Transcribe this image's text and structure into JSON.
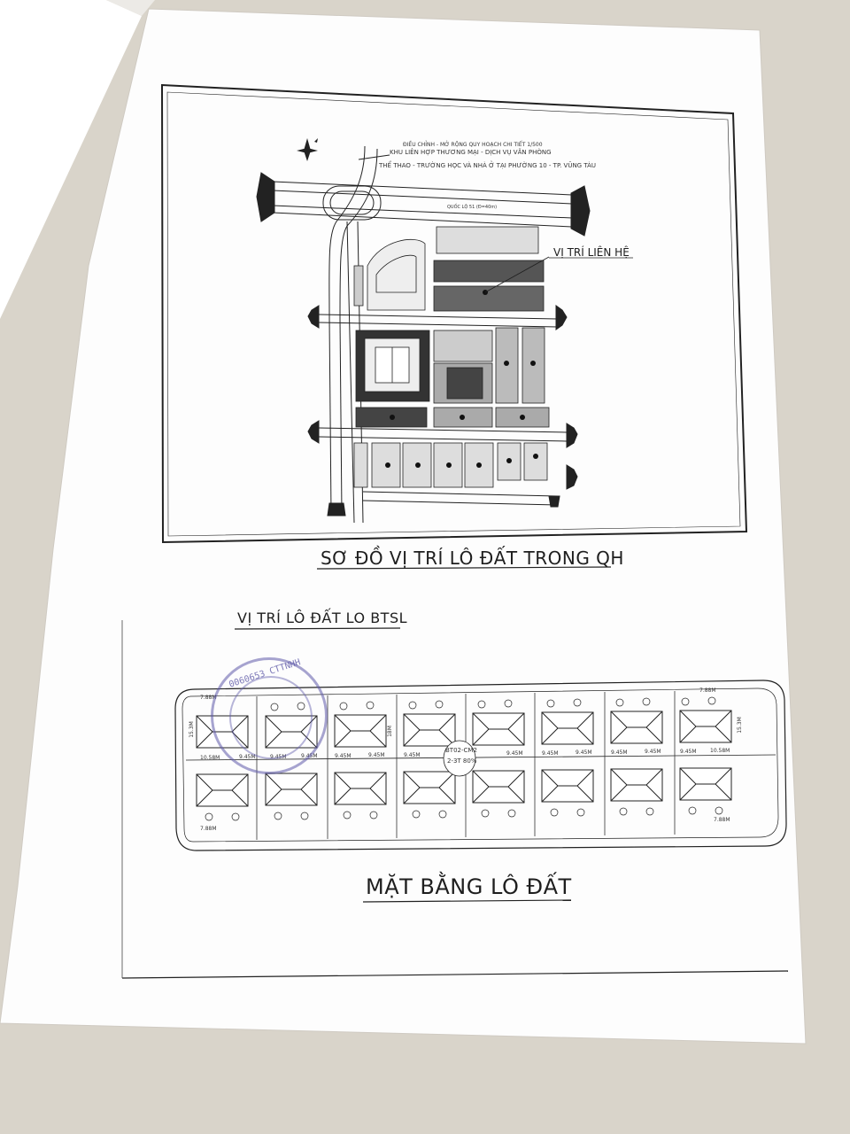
{
  "header_lines": [
    "ĐIỀU CHỈNH - MỞ RỘNG QUY HOẠCH CHI TIẾT 1/500",
    "KHU LIÊN HỢP THƯƠNG MẠI - DỊCH VỤ VĂN PHÒNG",
    "THỂ THAO - TRƯỜNG HỌC VÀ NHÀ Ở TẠI PHƯỜNG 10 - TP. VŨNG TÀU",
    "QUỐC LỘ 51 (Đ=40m)"
  ],
  "location_label": "VỊ TRÍ LIÊN HỆ",
  "title_plan": "SƠ ĐỒ VỊ TRÍ LÔ ĐẤT TRONG QH",
  "title_lot_location": "VỊ TRÍ LÔ ĐẤT LO BTSL",
  "title_lot_plan": "MẶT BẰNG LÔ ĐẤT",
  "stamp_text": "0060653 CTTNHH",
  "lot_center_label": [
    "BT02-CM2",
    "2-3T 80%"
  ],
  "lot_dims": {
    "top": [
      "7.88M",
      "7.88M"
    ],
    "bottom_row1": [
      "10.58M",
      "9.45M",
      "9.45M",
      "9.45M",
      "9.45M",
      "9.45M",
      "9.45M",
      "9.45M",
      "9.45M",
      "9.45M",
      "9.45M",
      "9.45M",
      "9.45M",
      "9.45M",
      "10.58M"
    ],
    "bottom_row2": [
      "7.88M",
      "7.88M"
    ],
    "depth": [
      "15.3M",
      "18M",
      "15.3M"
    ]
  }
}
